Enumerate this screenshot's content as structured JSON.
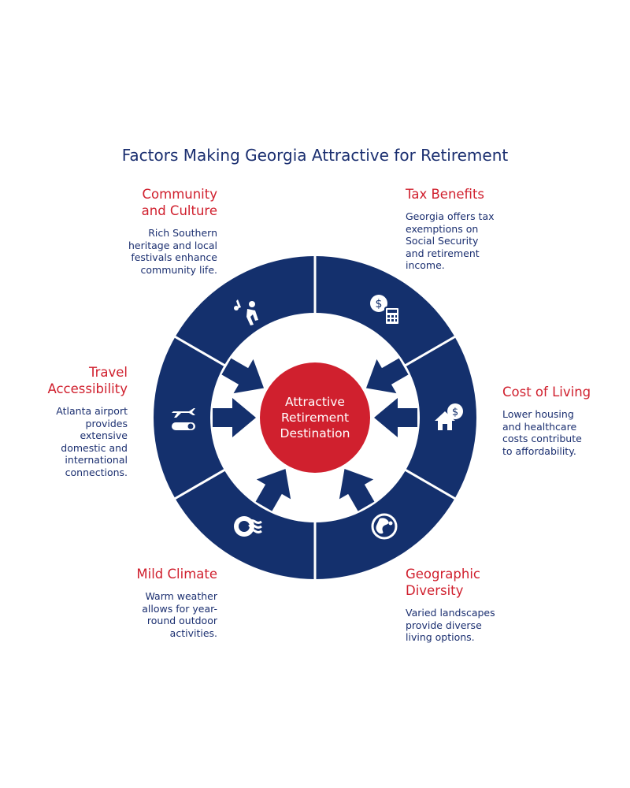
{
  "title": "Factors Making Georgia Attractive for Retirement",
  "center": "Attractive\nRetirement\nDestination",
  "factors": {
    "community": {
      "title": "Community\nand Culture",
      "text": "Rich Southern\nheritage and local\nfestivals enhance\ncommunity life.",
      "icon": "dancing-person-icon"
    },
    "tax": {
      "title": "Tax Benefits",
      "text": "Georgia offers tax\nexemptions on\nSocial Security\nand retirement\nincome.",
      "icon": "dollar-calculator-icon"
    },
    "travel": {
      "title": "Travel\nAccessibility",
      "text": "Atlanta airport\nprovides\nextensive\ndomestic and\ninternational\nconnections.",
      "icon": "airplane-icon"
    },
    "cost": {
      "title": "Cost of Living",
      "text": "Lower housing\nand healthcare\ncosts contribute\nto affordability.",
      "icon": "house-dollar-icon"
    },
    "climate": {
      "title": "Mild Climate",
      "text": "Warm weather\nallows for year-\nround outdoor\nactivities.",
      "icon": "sun-waves-icon"
    },
    "geo": {
      "title": "Geographic\nDiversity",
      "text": "Varied landscapes\nprovide diverse\nliving options.",
      "icon": "globe-icon"
    }
  },
  "colors": {
    "navy": "#14306d",
    "red": "#d0202e",
    "white": "#ffffff"
  }
}
